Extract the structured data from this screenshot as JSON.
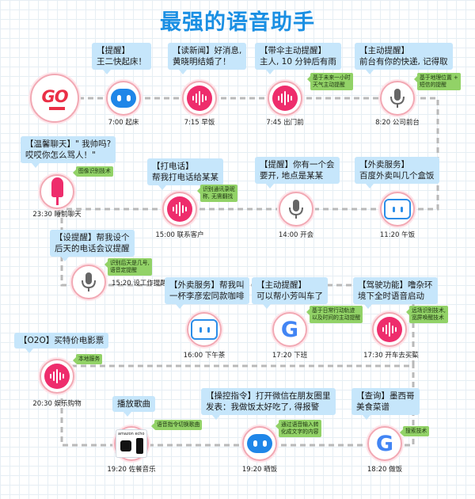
{
  "title": "最强的语音助手",
  "colors": {
    "title": "#1a8fe3",
    "path": "#b9b9b9",
    "bubble": "#c6e6fb",
    "tag": "#92d267",
    "node_ring": "#f2a9b4",
    "accent": "#ee2d6c"
  },
  "logo": {
    "text": "GO"
  },
  "stops": [
    {
      "icon": "dot-assistant-icon",
      "time": "7:00 起床",
      "text": [
        "【提醒】",
        "王二快起床！"
      ],
      "note": []
    },
    {
      "icon": "sound-wave-icon",
      "time": "7:15 早饭",
      "text": [
        "【读新闻】好消息,",
        "黄晓明结婚了！"
      ],
      "note": []
    },
    {
      "icon": "sound-wave-icon",
      "time": "7:45 出门前",
      "text": [
        "【带伞主动提醒】",
        "主人, 10 分钟后有雨"
      ],
      "note": [
        "基于未来一小时",
        "天气主动提醒"
      ]
    },
    {
      "icon": "microphone-icon",
      "time": "8:20 公司前台",
      "text": [
        "【主动提醒】",
        "前台有你的快递, 记得取"
      ],
      "note": [
        "基于地理位置 +",
        "短信的提醒"
      ]
    },
    {
      "icon": "lollipop-icon",
      "time": "23:30 睡前聊天",
      "text": [
        "【温馨聊天】\" 我帅吗?",
        "哎哎你怎么骂人！\""
      ],
      "note": [
        "图像识别技术"
      ]
    },
    {
      "icon": "sound-wave-icon",
      "time": "15:00 联系客户",
      "text": [
        "【打电话】",
        "帮我打电话给某某"
      ],
      "note": [
        "识别通讯录昵",
        "称, 无需翻找"
      ]
    },
    {
      "icon": "microphone-icon",
      "time": "14:00 开会",
      "text": [
        "【提醒】你有一个会",
        "要开, 地点是某某"
      ],
      "note": []
    },
    {
      "icon": "robot-face-icon",
      "time": "11:20 午饭",
      "text": [
        "【外卖服务】",
        "百度外卖叫几个盒饭"
      ],
      "note": []
    },
    {
      "icon": "microphone-icon",
      "time": "15:20 设工作提醒",
      "text": [
        "【设提醒】帮我设个",
        "后天的电话会议提醒"
      ],
      "note": [
        "识别后天是几号,",
        "语音定提醒"
      ]
    },
    {
      "icon": "robot-face-icon",
      "time": "16:00 下午茶",
      "text": [
        "【外卖服务】帮我叫",
        "一杯李彦宏同款咖啡"
      ],
      "note": []
    },
    {
      "icon": "google-icon",
      "time": "17:20 下班",
      "text": [
        "【主动提醒】",
        "可以帮小芳叫车了"
      ],
      "note": [
        "基于日常行动轨迹",
        "以及时间的主动提醒"
      ]
    },
    {
      "icon": "sound-wave-icon",
      "time": "17:30 开车去买菜",
      "text": [
        "【驾驶功能】噜杂环",
        "境下全时语音启动"
      ],
      "note": [
        "远场识别技术,",
        "宽屏唤醒技术"
      ]
    },
    {
      "icon": "sound-wave-icon",
      "time": "20:30 娱乐购物",
      "text": [
        "【O2O】买特价电影票"
      ],
      "note": [
        "本地服务"
      ]
    },
    {
      "icon": "echo-speaker-icon",
      "time": "19:20 佐餐音乐",
      "text": [
        "播放歌曲"
      ],
      "note": [
        "语音指令切换歌曲"
      ],
      "device_label": "amazon echo"
    },
    {
      "icon": "dot-assistant-icon",
      "time": "19:20 晒饭",
      "text": [
        "【操控指令】打开微信在朋友圈里",
        "发表：我做饭太好吃了, 得报警"
      ],
      "note": [
        "通过语音输入转",
        "化成文字的内容"
      ]
    },
    {
      "icon": "google-icon",
      "time": "18:20 做饭",
      "text": [
        "【查询】墨西哥",
        "美食菜谱"
      ],
      "note": [
        "搜索技术"
      ]
    }
  ]
}
